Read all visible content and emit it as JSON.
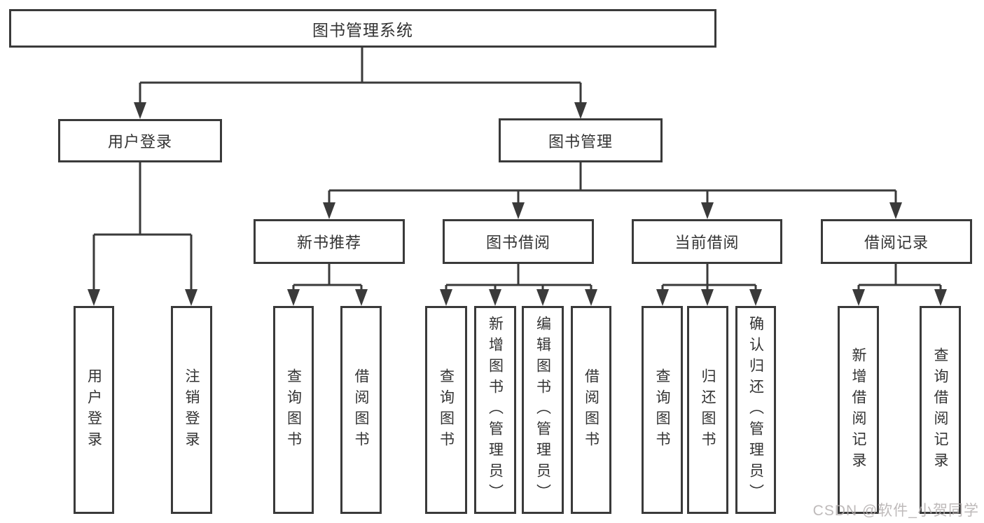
{
  "title": "图书管理系统",
  "level2": {
    "user_login": "用户登录",
    "book_management": "图书管理"
  },
  "level3": {
    "new_book": "新书推荐",
    "book_borrow": "图书借阅",
    "current_borrow": "当前借阅",
    "borrow_record": "借阅记录"
  },
  "leaves": {
    "user_login": [
      "用户登录",
      "注销登录"
    ],
    "new_book": [
      "查询图书",
      "借阅图书"
    ],
    "book_borrow": [
      "查询图书",
      "新增图书（管理员）",
      "编辑图书（管理员）",
      "借阅图书"
    ],
    "current_borrow": [
      "查询图书",
      "归还图书",
      "确认归还（管理员）"
    ],
    "borrow_record": [
      "新增借阅记录",
      "查询借阅记录"
    ]
  },
  "watermark": "CSDN @软件_小贺同学",
  "colors": {
    "line": "#3a3a3a",
    "text": "#333333",
    "background": "#ffffff",
    "watermark": "#b3aeae"
  }
}
